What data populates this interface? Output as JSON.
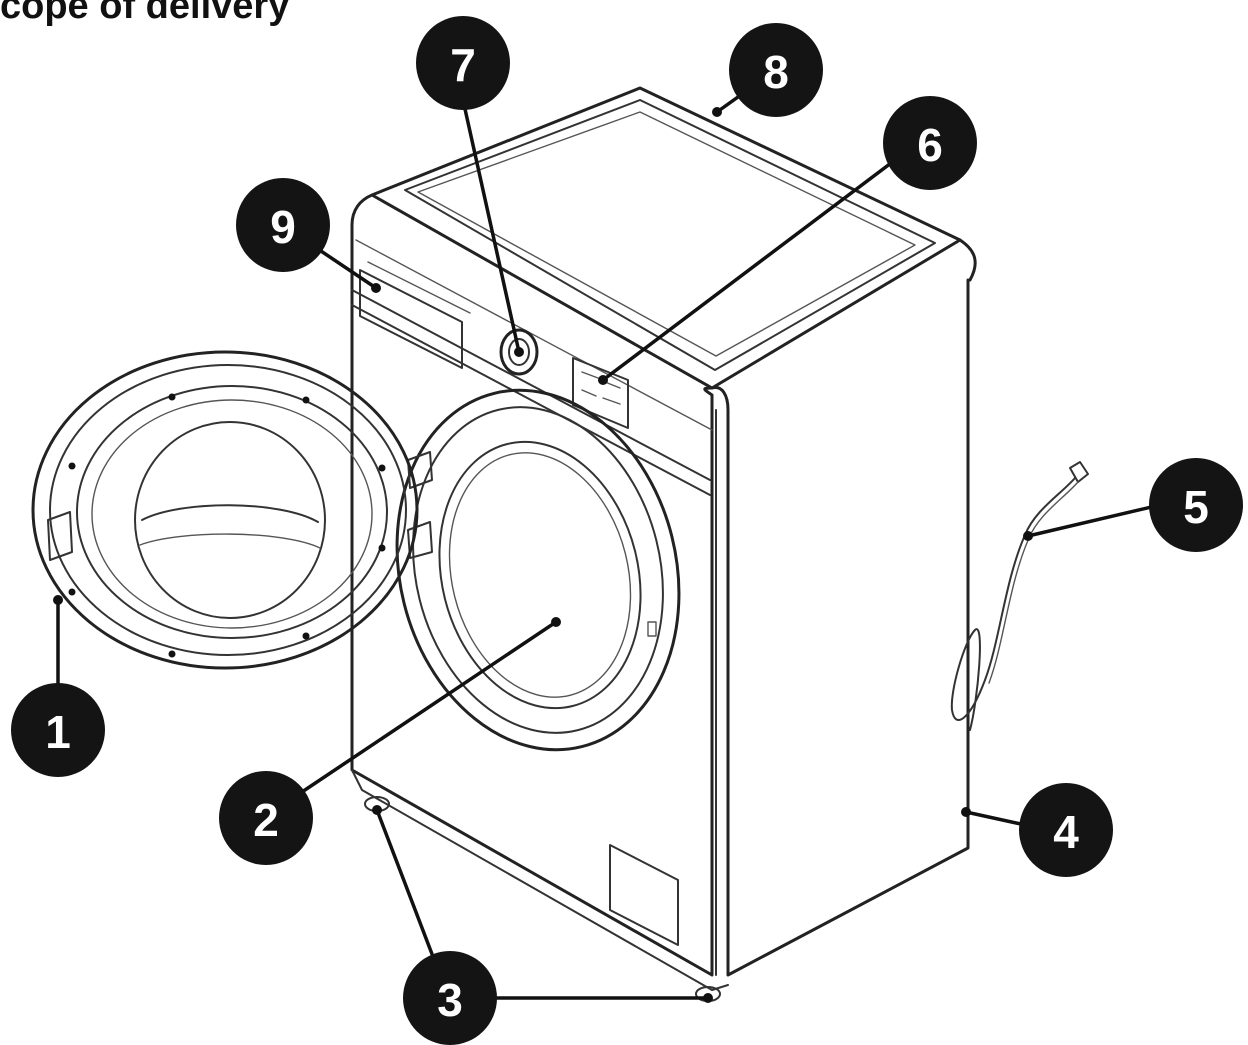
{
  "title": "cope of delivery",
  "colors": {
    "callout": "#141414",
    "line": "#222222",
    "background": "#ffffff"
  },
  "callouts": [
    {
      "label": "1"
    },
    {
      "label": "2"
    },
    {
      "label": "3"
    },
    {
      "label": "4"
    },
    {
      "label": "5"
    },
    {
      "label": "6"
    },
    {
      "label": "7"
    },
    {
      "label": "8"
    },
    {
      "label": "9"
    }
  ]
}
